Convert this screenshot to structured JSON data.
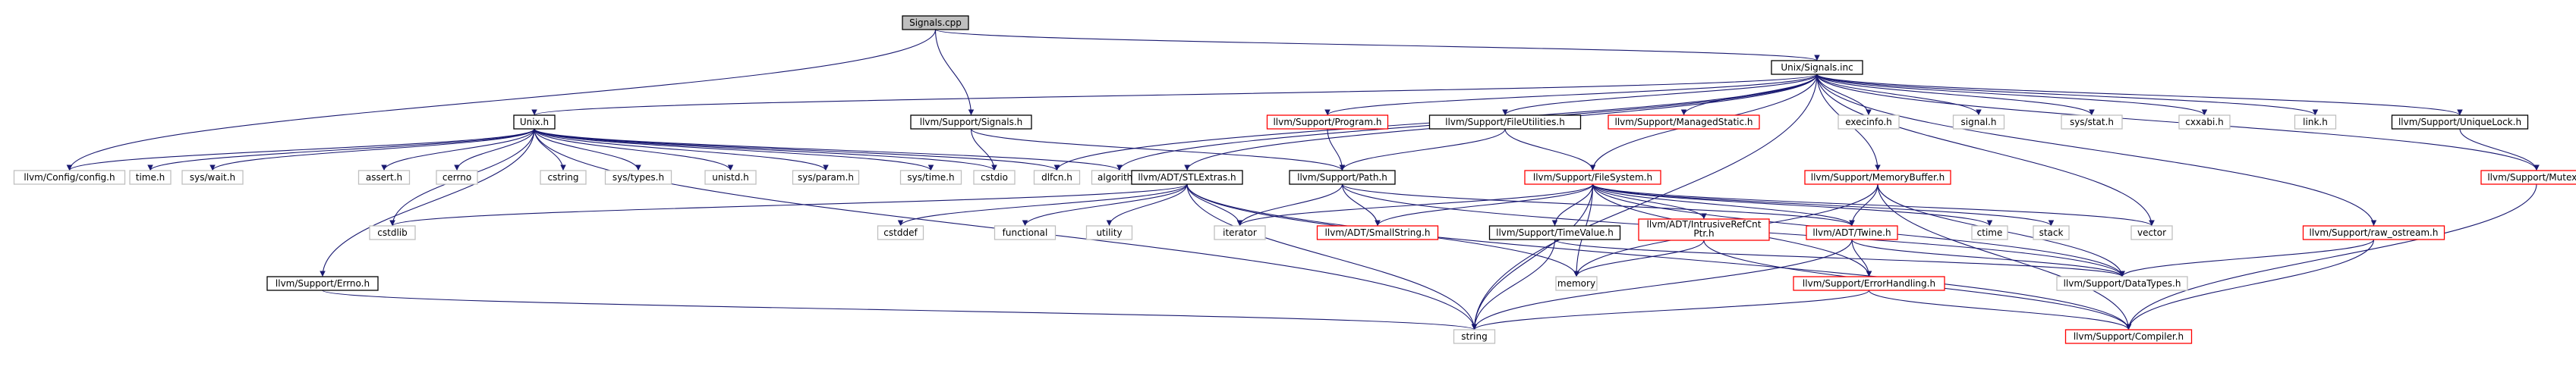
{
  "graph": {
    "title": "Signals.cpp",
    "colors": {
      "edge": "#191970",
      "root_fill": "#bfbfbf",
      "documented_border": "#000000",
      "undocumented_border": "#ff0000",
      "external_border": "#bfbfbf",
      "text": "#000000",
      "background": "#ffffff"
    },
    "nodes": [
      {
        "id": "signals_cpp",
        "label": "Signals.cpp",
        "kind": "root"
      },
      {
        "id": "unix_signals_inc",
        "label": "Unix/Signals.inc",
        "kind": "documented"
      },
      {
        "id": "unix_h",
        "label": "Unix.h",
        "kind": "documented"
      },
      {
        "id": "support_signals_h",
        "label": "llvm/Support/Signals.h",
        "kind": "documented"
      },
      {
        "id": "support_program_h",
        "label": "llvm/Support/Program.h",
        "kind": "undocumented"
      },
      {
        "id": "support_fileutilities_h",
        "label": "llvm/Support/FileUtilities.h",
        "kind": "documented"
      },
      {
        "id": "support_managedstatic_h",
        "label": "llvm/Support/ManagedStatic.h",
        "kind": "undocumented"
      },
      {
        "id": "execinfo_h",
        "label": "execinfo.h",
        "kind": "external"
      },
      {
        "id": "signal_h",
        "label": "signal.h",
        "kind": "external"
      },
      {
        "id": "sys_stat_h",
        "label": "sys/stat.h",
        "kind": "external"
      },
      {
        "id": "cxxabi_h",
        "label": "cxxabi.h",
        "kind": "external"
      },
      {
        "id": "link_h",
        "label": "link.h",
        "kind": "external"
      },
      {
        "id": "support_uniquelock_h",
        "label": "llvm/Support/UniqueLock.h",
        "kind": "documented"
      },
      {
        "id": "config_h",
        "label": "llvm/Config/config.h",
        "kind": "external"
      },
      {
        "id": "time_h",
        "label": "time.h",
        "kind": "external"
      },
      {
        "id": "sys_wait_h",
        "label": "sys/wait.h",
        "kind": "external"
      },
      {
        "id": "assert_h",
        "label": "assert.h",
        "kind": "external"
      },
      {
        "id": "cerrno",
        "label": "cerrno",
        "kind": "external"
      },
      {
        "id": "cstring",
        "label": "cstring",
        "kind": "external"
      },
      {
        "id": "sys_types_h",
        "label": "sys/types.h",
        "kind": "external"
      },
      {
        "id": "unistd_h",
        "label": "unistd.h",
        "kind": "external"
      },
      {
        "id": "sys_param_h",
        "label": "sys/param.h",
        "kind": "external"
      },
      {
        "id": "sys_time_h",
        "label": "sys/time.h",
        "kind": "external"
      },
      {
        "id": "cstdio",
        "label": "cstdio",
        "kind": "external"
      },
      {
        "id": "dlfcn_h",
        "label": "dlfcn.h",
        "kind": "external"
      },
      {
        "id": "algorithm",
        "label": "algorithm",
        "kind": "external"
      },
      {
        "id": "support_path_h",
        "label": "llvm/Support/Path.h",
        "kind": "documented"
      },
      {
        "id": "adt_stlextras_h",
        "label": "llvm/ADT/STLExtras.h",
        "kind": "documented"
      },
      {
        "id": "support_filesystem_h",
        "label": "llvm/Support/FileSystem.h",
        "kind": "undocumented"
      },
      {
        "id": "support_memorybuffer_h",
        "label": "llvm/Support/MemoryBuffer.h",
        "kind": "undocumented"
      },
      {
        "id": "support_mutex_h",
        "label": "llvm/Support/Mutex.h",
        "kind": "undocumented"
      },
      {
        "id": "cstdlib",
        "label": "cstdlib",
        "kind": "external"
      },
      {
        "id": "cstddef",
        "label": "cstddef",
        "kind": "external"
      },
      {
        "id": "functional",
        "label": "functional",
        "kind": "external"
      },
      {
        "id": "utility",
        "label": "utility",
        "kind": "external"
      },
      {
        "id": "iterator",
        "label": "iterator",
        "kind": "external"
      },
      {
        "id": "adt_smallstring_h",
        "label": "llvm/ADT/SmallString.h",
        "kind": "undocumented"
      },
      {
        "id": "support_timevalue_h",
        "label": "llvm/Support/TimeValue.h",
        "kind": "documented"
      },
      {
        "id": "adt_intrusiverefcntptr_h",
        "label": [
          "llvm/ADT/IntrusiveRefCnt",
          "Ptr.h"
        ],
        "kind": "undocumented"
      },
      {
        "id": "adt_twine_h",
        "label": "llvm/ADT/Twine.h",
        "kind": "undocumented"
      },
      {
        "id": "ctime",
        "label": "ctime",
        "kind": "external"
      },
      {
        "id": "stack",
        "label": "stack",
        "kind": "external"
      },
      {
        "id": "vector",
        "label": "vector",
        "kind": "external"
      },
      {
        "id": "support_raw_ostream_h",
        "label": "llvm/Support/raw_ostream.h",
        "kind": "undocumented"
      },
      {
        "id": "support_errno_h",
        "label": "llvm/Support/Errno.h",
        "kind": "documented"
      },
      {
        "id": "memory",
        "label": "memory",
        "kind": "external"
      },
      {
        "id": "support_errorhandling_h",
        "label": "llvm/Support/ErrorHandling.h",
        "kind": "undocumented"
      },
      {
        "id": "support_datatypes_h",
        "label": "llvm/Support/DataTypes.h",
        "kind": "external"
      },
      {
        "id": "string",
        "label": "string",
        "kind": "external"
      },
      {
        "id": "support_compiler_h",
        "label": "llvm/Support/Compiler.h",
        "kind": "undocumented"
      }
    ],
    "edges": [
      [
        "signals_cpp",
        "unix_signals_inc"
      ],
      [
        "signals_cpp",
        "support_signals_h"
      ],
      [
        "signals_cpp",
        "config_h"
      ],
      [
        "unix_signals_inc",
        "unix_h"
      ],
      [
        "unix_signals_inc",
        "support_program_h"
      ],
      [
        "unix_signals_inc",
        "support_fileutilities_h"
      ],
      [
        "unix_signals_inc",
        "support_managedstatic_h"
      ],
      [
        "unix_signals_inc",
        "execinfo_h"
      ],
      [
        "unix_signals_inc",
        "signal_h"
      ],
      [
        "unix_signals_inc",
        "sys_stat_h"
      ],
      [
        "unix_signals_inc",
        "cxxabi_h"
      ],
      [
        "unix_signals_inc",
        "link_h"
      ],
      [
        "unix_signals_inc",
        "support_uniquelock_h"
      ],
      [
        "unix_signals_inc",
        "support_mutex_h"
      ],
      [
        "unix_signals_inc",
        "support_memorybuffer_h"
      ],
      [
        "unix_signals_inc",
        "support_raw_ostream_h"
      ],
      [
        "unix_signals_inc",
        "adt_stlextras_h"
      ],
      [
        "unix_signals_inc",
        "algorithm"
      ],
      [
        "unix_signals_inc",
        "dlfcn_h"
      ],
      [
        "unix_signals_inc",
        "string"
      ],
      [
        "unix_signals_inc",
        "vector"
      ],
      [
        "unix_signals_inc",
        "support_filesystem_h"
      ],
      [
        "unix_h",
        "config_h"
      ],
      [
        "unix_h",
        "time_h"
      ],
      [
        "unix_h",
        "sys_wait_h"
      ],
      [
        "unix_h",
        "assert_h"
      ],
      [
        "unix_h",
        "cerrno"
      ],
      [
        "unix_h",
        "cstring"
      ],
      [
        "unix_h",
        "sys_types_h"
      ],
      [
        "unix_h",
        "unistd_h"
      ],
      [
        "unix_h",
        "sys_param_h"
      ],
      [
        "unix_h",
        "sys_time_h"
      ],
      [
        "unix_h",
        "cstdio"
      ],
      [
        "unix_h",
        "dlfcn_h"
      ],
      [
        "unix_h",
        "algorithm"
      ],
      [
        "unix_h",
        "cstdlib"
      ],
      [
        "unix_h",
        "support_errno_h"
      ],
      [
        "unix_h",
        "string"
      ],
      [
        "support_signals_h",
        "cstdio"
      ],
      [
        "support_signals_h",
        "support_path_h"
      ],
      [
        "support_program_h",
        "support_path_h"
      ],
      [
        "support_fileutilities_h",
        "support_path_h"
      ],
      [
        "support_fileutilities_h",
        "support_filesystem_h"
      ],
      [
        "support_path_h",
        "iterator"
      ],
      [
        "support_path_h",
        "adt_smallstring_h"
      ],
      [
        "support_path_h",
        "adt_twine_h"
      ],
      [
        "support_path_h",
        "support_datatypes_h"
      ],
      [
        "adt_stlextras_h",
        "cstdlib"
      ],
      [
        "adt_stlextras_h",
        "cstddef"
      ],
      [
        "adt_stlextras_h",
        "functional"
      ],
      [
        "adt_stlextras_h",
        "utility"
      ],
      [
        "adt_stlextras_h",
        "iterator"
      ],
      [
        "adt_stlextras_h",
        "memory"
      ],
      [
        "adt_stlextras_h",
        "support_compiler_h"
      ],
      [
        "adt_stlextras_h",
        "string"
      ],
      [
        "support_filesystem_h",
        "iterator"
      ],
      [
        "support_filesystem_h",
        "adt_smallstring_h"
      ],
      [
        "support_filesystem_h",
        "support_timevalue_h"
      ],
      [
        "support_filesystem_h",
        "adt_intrusiverefcntptr_h"
      ],
      [
        "support_filesystem_h",
        "adt_twine_h"
      ],
      [
        "support_filesystem_h",
        "ctime"
      ],
      [
        "support_filesystem_h",
        "stack"
      ],
      [
        "support_filesystem_h",
        "vector"
      ],
      [
        "support_filesystem_h",
        "support_errorhandling_h"
      ],
      [
        "support_filesystem_h",
        "support_datatypes_h"
      ],
      [
        "support_filesystem_h",
        "string"
      ],
      [
        "support_filesystem_h",
        "memory"
      ],
      [
        "support_memorybuffer_h",
        "adt_twine_h"
      ],
      [
        "support_memorybuffer_h",
        "support_datatypes_h"
      ],
      [
        "support_memorybuffer_h",
        "support_compiler_h"
      ],
      [
        "support_memorybuffer_h",
        "memory"
      ],
      [
        "support_uniquelock_h",
        "support_mutex_h"
      ],
      [
        "support_mutex_h",
        "support_compiler_h"
      ],
      [
        "support_raw_ostream_h",
        "support_datatypes_h"
      ],
      [
        "support_raw_ostream_h",
        "support_compiler_h"
      ],
      [
        "support_timevalue_h",
        "support_datatypes_h"
      ],
      [
        "support_timevalue_h",
        "string"
      ],
      [
        "adt_intrusiverefcntptr_h",
        "memory"
      ],
      [
        "adt_intrusiverefcntptr_h",
        "support_compiler_h"
      ],
      [
        "adt_twine_h",
        "support_errorhandling_h"
      ],
      [
        "adt_twine_h",
        "support_datatypes_h"
      ],
      [
        "adt_twine_h",
        "string"
      ],
      [
        "support_errno_h",
        "string"
      ],
      [
        "support_errorhandling_h",
        "support_compiler_h"
      ],
      [
        "support_errorhandling_h",
        "string"
      ]
    ]
  }
}
